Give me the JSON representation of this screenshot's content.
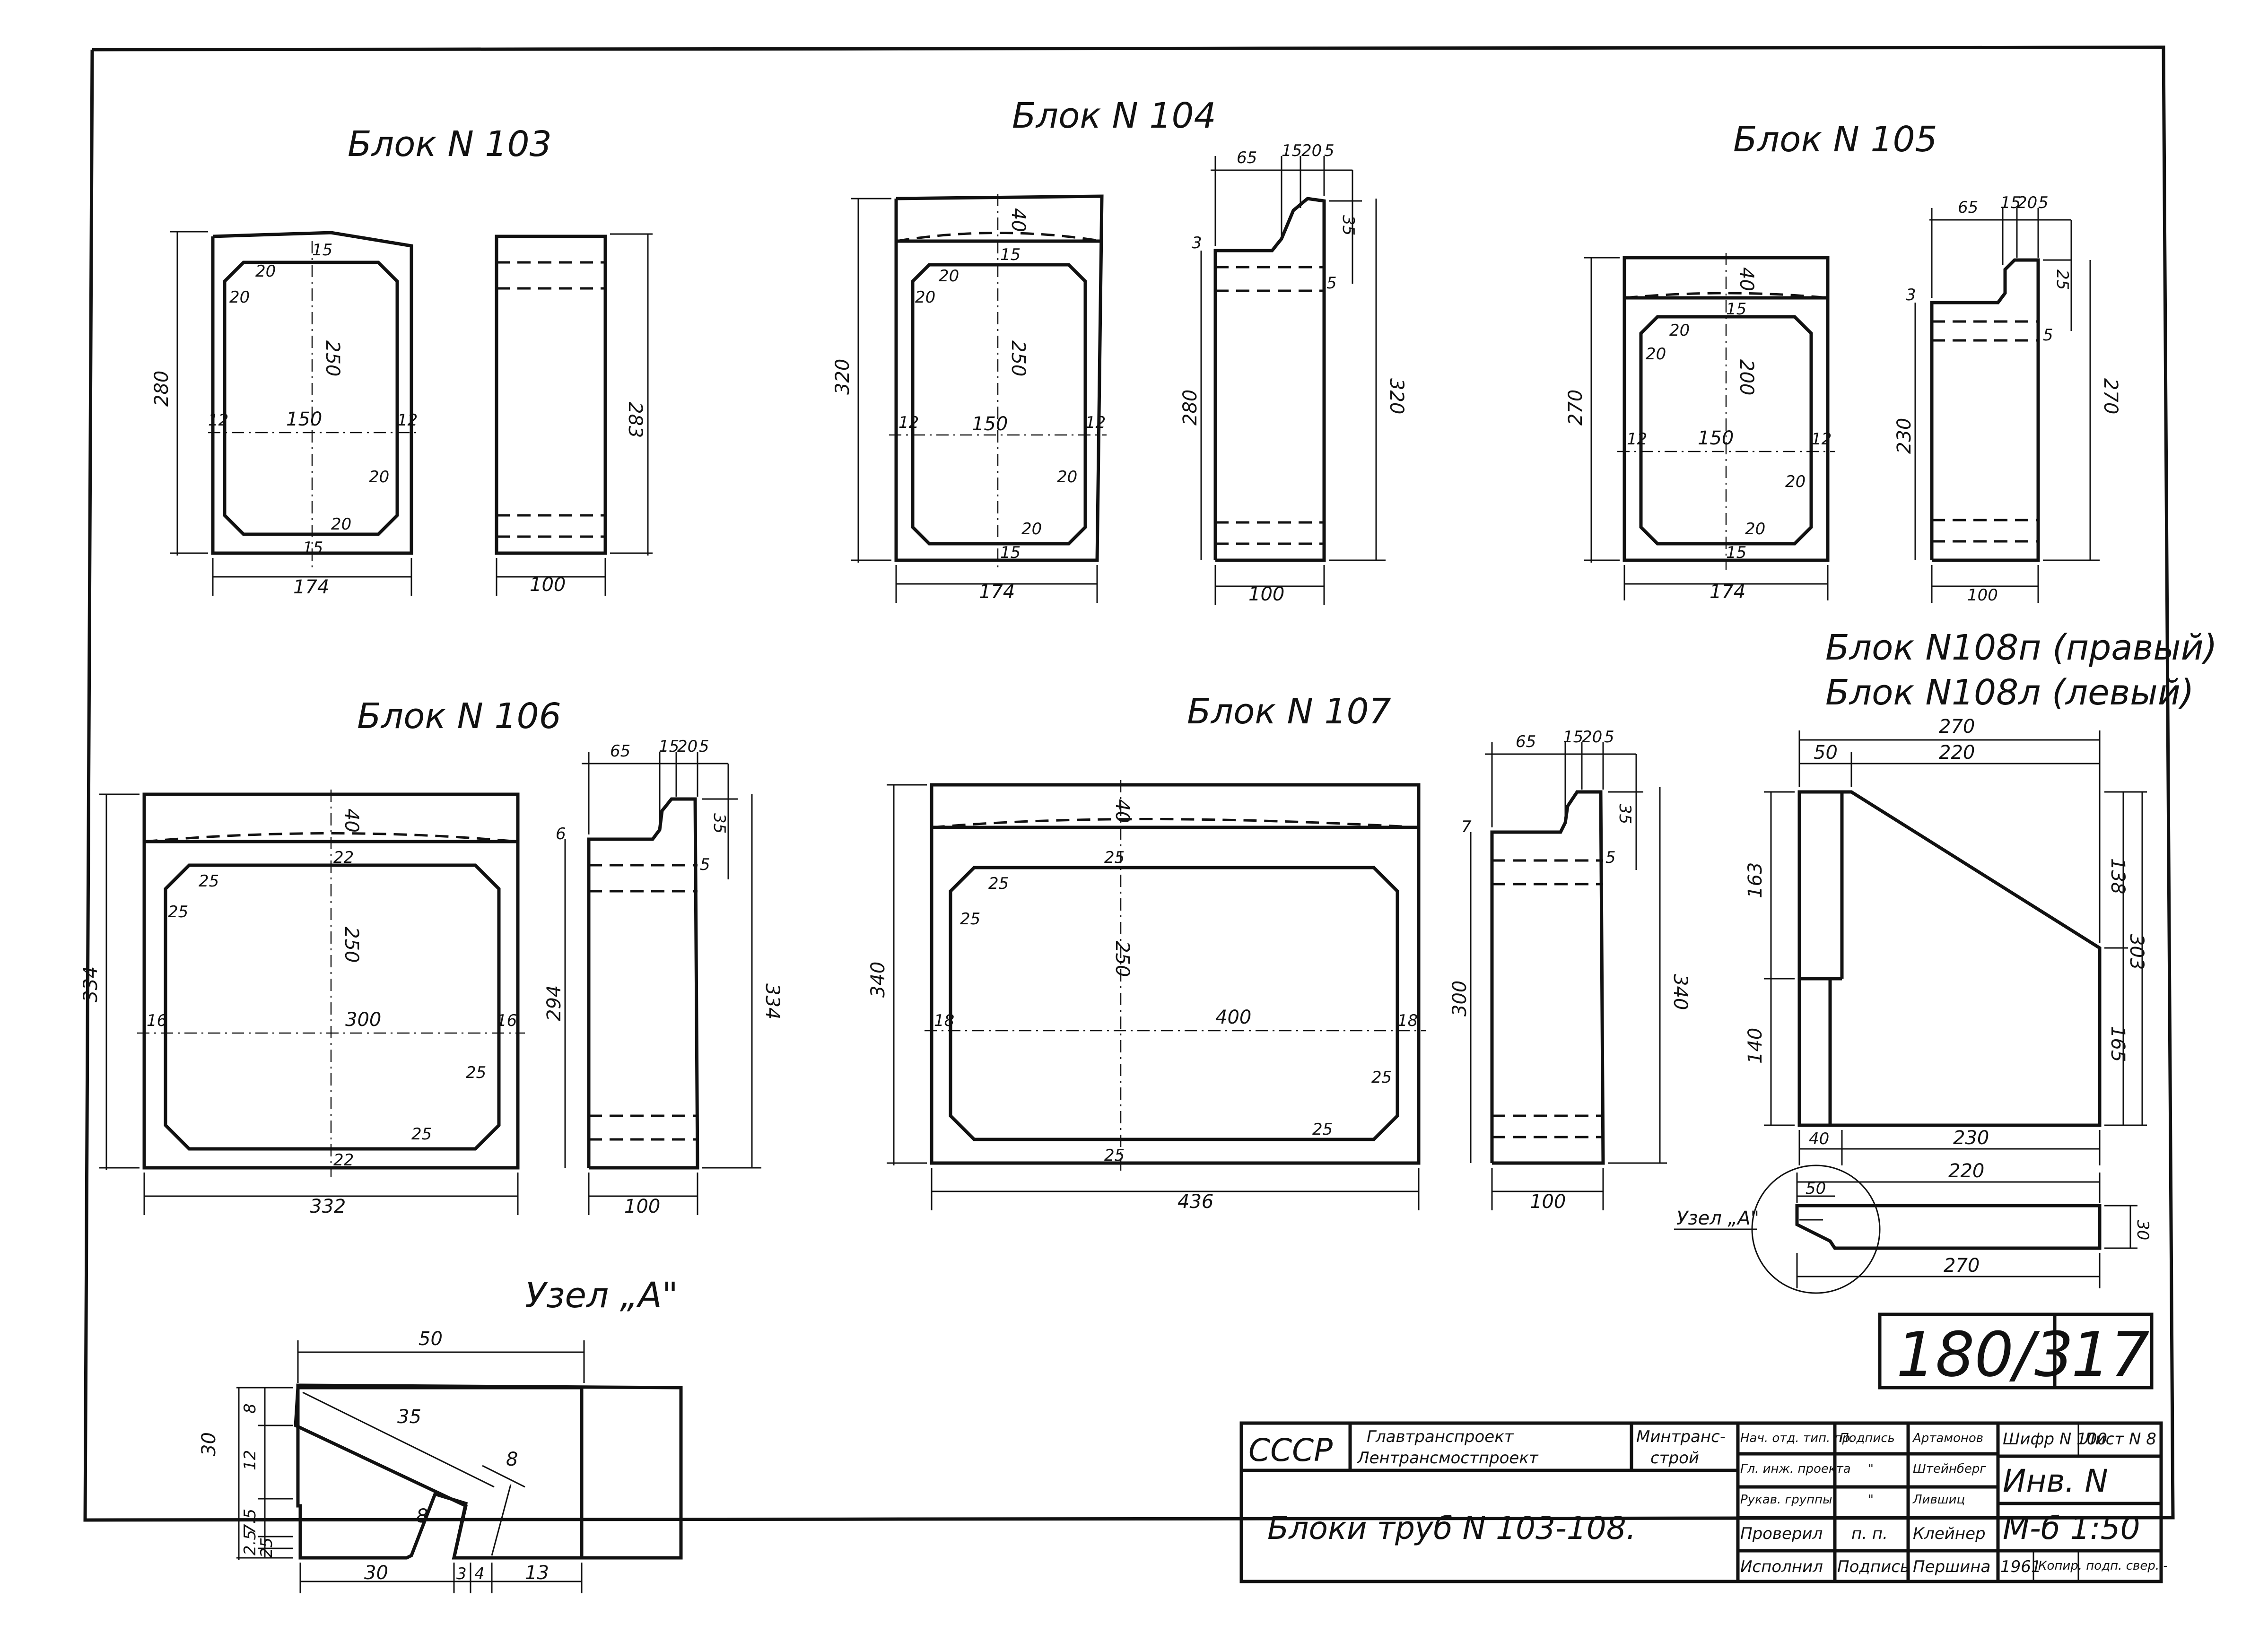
{
  "titles": {
    "b103": "Блок N 103",
    "b104": "Блок N 104",
    "b105": "Блок  N 105",
    "b106": "Блок  N 106",
    "b107": "Блок  N 107",
    "b108_right": "Блок  N108п (правый)",
    "b108_left": "Блок  N108л (левый)",
    "node_a": "Узел „А\"",
    "node_a_small": "Узел „А\""
  },
  "b103": {
    "front": {
      "height": "280",
      "inner_height": "250",
      "inner_width": "150",
      "width": "174",
      "chamfer": "20",
      "wall": "12",
      "rim": "15"
    },
    "side": {
      "height": "283",
      "width": "100"
    }
  },
  "b104": {
    "front": {
      "height": "320",
      "crown": "40",
      "inner_height": "250",
      "inner_width": "150",
      "width": "174",
      "chamfer": "20",
      "wall": "12",
      "rim": "15"
    },
    "side": {
      "top_a": "65",
      "top_b": "15",
      "top_c": "20",
      "top_d": "5",
      "step": "35",
      "gap": "5",
      "body_height": "280",
      "height": "320",
      "width": "100",
      "small": "3"
    }
  },
  "b105": {
    "front": {
      "height": "270",
      "crown": "40",
      "inner_height": "200",
      "inner_width": "150",
      "width": "174",
      "chamfer": "20",
      "wall": "12",
      "rim": "15"
    },
    "side": {
      "top_a": "65",
      "top_b": "15",
      "top_c": "20",
      "top_d": "5",
      "step": "25",
      "gap": "5",
      "body_height": "230",
      "height": "270",
      "width": "100",
      "small": "3"
    }
  },
  "b106": {
    "front": {
      "height": "334",
      "crown": "40",
      "inner_height": "250",
      "inner_width": "300",
      "width": "332",
      "chamfer": "25",
      "wall": "16",
      "rim": "22"
    },
    "side": {
      "top_a": "65",
      "top_b": "15",
      "top_c": "20",
      "top_d": "5",
      "step": "35",
      "gap": "5",
      "body_height": "294",
      "height": "334",
      "width": "100",
      "small": "6"
    }
  },
  "b107": {
    "front": {
      "height": "340",
      "crown": "40",
      "inner_height": "250",
      "inner_width": "400",
      "width": "436",
      "chamfer": "25",
      "wall": "18",
      "rim": "25"
    },
    "side": {
      "top_a": "65",
      "top_b": "15",
      "top_c": "20",
      "top_d": "5",
      "step": "35",
      "gap": "5",
      "body_height": "300",
      "height": "340",
      "width": "100",
      "small": "7"
    }
  },
  "b108": {
    "total_width": "270",
    "slope_width": "220",
    "left_width": "50",
    "upper_left": "163",
    "lower_left": "140",
    "upper_right": "138",
    "total_right": "303",
    "lower_right": "165",
    "base_left": "40",
    "base_right": "230",
    "plan_top": "220",
    "plan_left": "50",
    "plan_bottom": "270",
    "plan_thick": "30"
  },
  "node_a": {
    "width": "50",
    "height": "30",
    "slope": "35",
    "lip": "8",
    "cut": "8",
    "h1": "8",
    "h2": "12",
    "h3": "7.5",
    "h4": "2.5",
    "h5": "25",
    "b1": "30",
    "b2": "3",
    "b3": "4",
    "b4": "13"
  },
  "stamp": {
    "code": "180/3",
    "number": "17"
  },
  "title_block": {
    "country": "СССР",
    "org_line1": "Главтранспроект",
    "org_line2": "Лентрансмостпроект",
    "ministry_line1": "Минтранс-",
    "ministry_line2": "строй",
    "drawing_title": "Блоки труб N 103-108.",
    "roles": [
      {
        "role": "Нач. отд. тип. пр.",
        "signature": "Подпись",
        "name": "Артамонов"
      },
      {
        "role": "Гл. инж. проекта",
        "signature": "\"",
        "name": "Штейнберг"
      },
      {
        "role": "Рукав. группы",
        "signature": "\"",
        "name": "Лившиц"
      },
      {
        "role": "Проверил",
        "signature": "п. п.",
        "name": "Клейнер"
      },
      {
        "role": "Исполнил",
        "signature": "Подпись",
        "name": "Першина"
      }
    ],
    "cipher_label": "Шифр N 100",
    "sheet_label": "Лист N 8",
    "inventory": "Инв. N",
    "scale": "М-б 1:50",
    "year": "1961",
    "copy_label": "Копир. подп. свер. -"
  }
}
